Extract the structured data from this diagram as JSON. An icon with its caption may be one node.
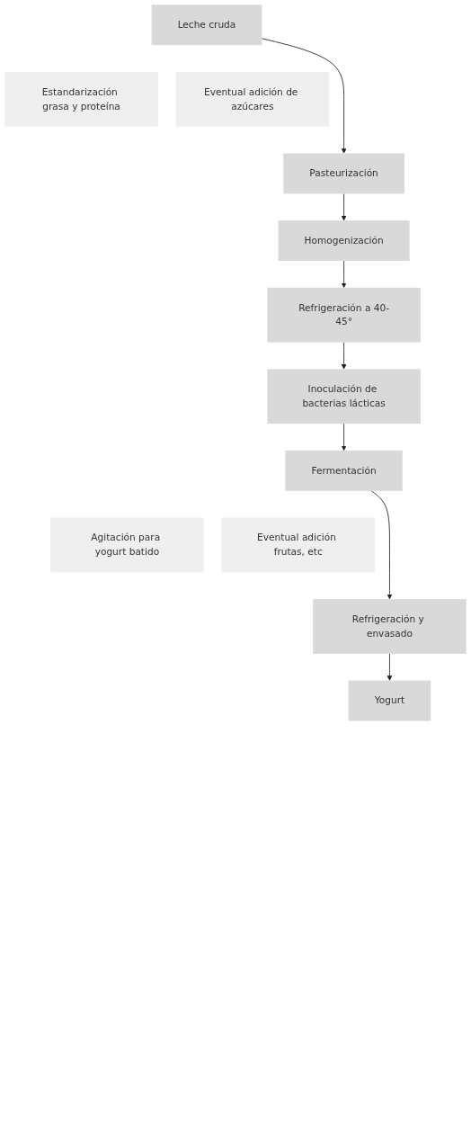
{
  "diagram": {
    "nodes": [
      {
        "text": [
          "Leche cruda"
        ]
      },
      {
        "text": [
          "Estandarización grasa y proteína"
        ]
      },
      {
        "text": [
          "Eventual adición de azúcares"
        ]
      },
      {
        "text": [
          "Pasteurización"
        ]
      },
      {
        "text": [
          "Homogenización"
        ]
      },
      {
        "text": [
          "Refrigeración a 40-45°"
        ]
      },
      {
        "text": [
          "Inoculación de bacterias lácticas"
        ]
      },
      {
        "text": [
          "Fermentación"
        ]
      },
      {
        "text": [
          "Agitación para yogurt batido"
        ]
      },
      {
        "text": [
          "Eventual adición frutas, etc"
        ]
      },
      {
        "text": [
          "Refrigeración y envasado"
        ]
      },
      {
        "text": [
          "Yogurt"
        ]
      }
    ],
    "edges": [
      {
        "from": 0,
        "to": 3,
        "arrow": "to"
      },
      {
        "from": 3,
        "to": 4,
        "arrow": "to"
      },
      {
        "from": 4,
        "to": 5,
        "arrow": "to"
      },
      {
        "from": 5,
        "to": 6,
        "arrow": "to"
      },
      {
        "from": 6,
        "to": 7,
        "arrow": "to"
      },
      {
        "from": 7,
        "to": 10,
        "arrow": "to"
      },
      {
        "from": 10,
        "to": 11,
        "arrow": "to"
      }
    ]
  }
}
